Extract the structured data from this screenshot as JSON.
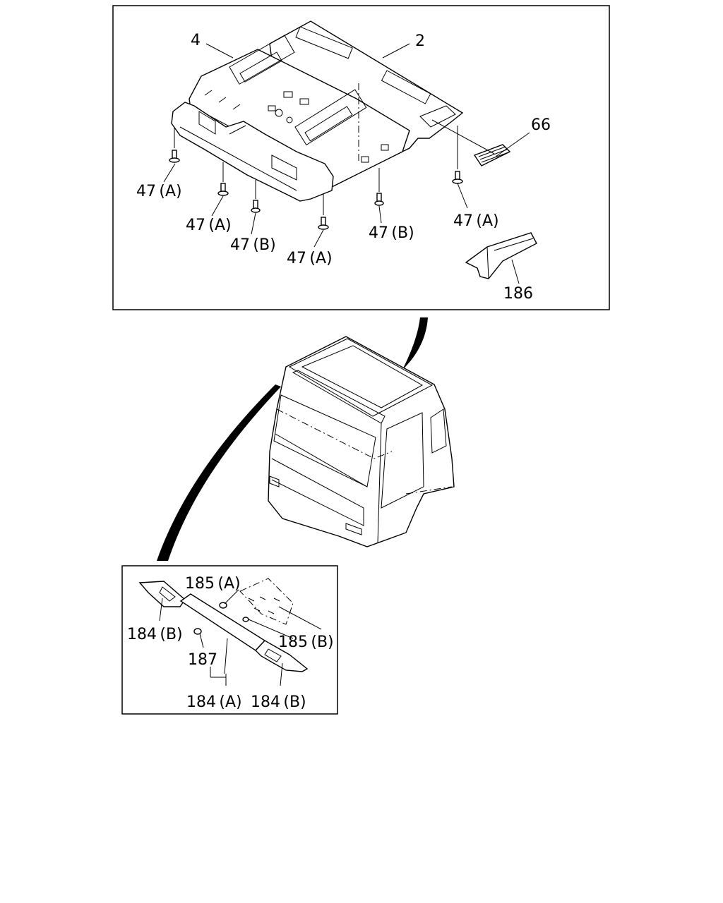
{
  "top_panel": {
    "callouts": {
      "c2": "2",
      "c4": "4",
      "c66": "66",
      "c186": "186",
      "c47a_1": "47 (A)",
      "c47a_2": "47 (A)",
      "c47b_1": "47 (B)",
      "c47a_3": "47 (A)",
      "c47b_2": "47 (B)",
      "c47a_4": "47 (A)"
    }
  },
  "bottom_panel": {
    "callouts": {
      "c185a": "185 (A)",
      "c184b_1": "184 (B)",
      "c185b": "185 (B)",
      "c187": "187",
      "c184a": "184 (A)",
      "c184b_2": "184 (B)"
    }
  }
}
